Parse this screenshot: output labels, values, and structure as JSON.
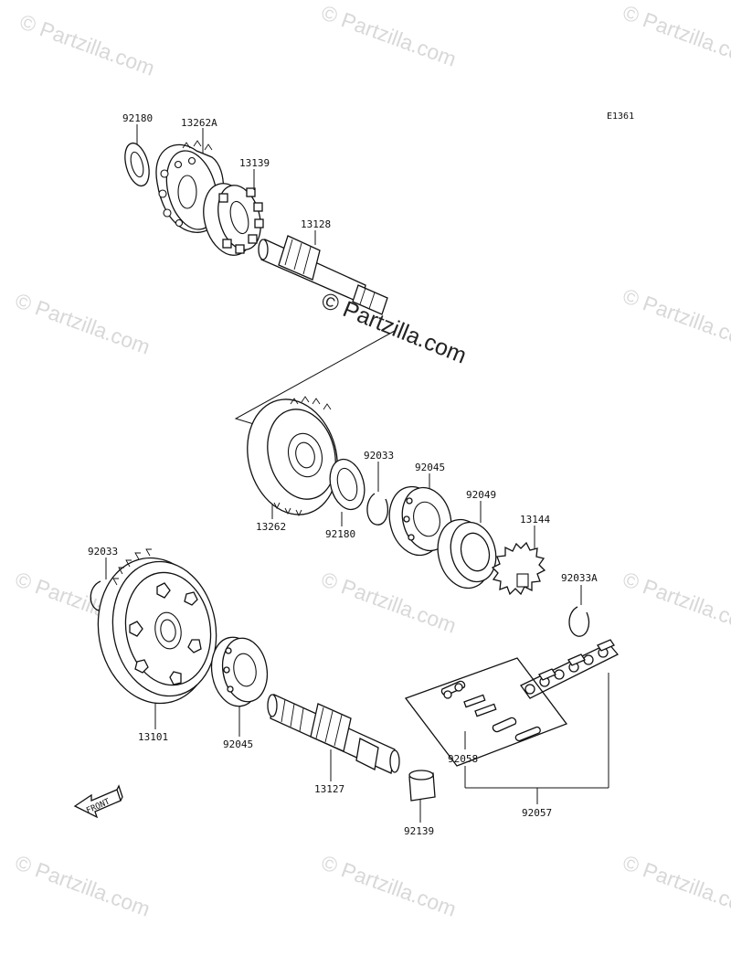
{
  "diagram_code": "E1361",
  "front_label": "FRONT",
  "watermark_center": "© Partzilla.com",
  "watermark_repeat": "© Partzilla.com",
  "part_labels": {
    "p92180_top": "92180",
    "p13262A": "13262A",
    "p13139": "13139",
    "p13128": "13128",
    "p92033_mid": "92033",
    "p92045_right": "92045",
    "p92049": "92049",
    "p13144": "13144",
    "p13262": "13262",
    "p92180_mid": "92180",
    "p92033A": "92033A",
    "p92033_left": "92033",
    "p13101": "13101",
    "p92045_left": "92045",
    "p13127": "13127",
    "p92058": "92058",
    "p92139": "92139",
    "p92057": "92057"
  }
}
